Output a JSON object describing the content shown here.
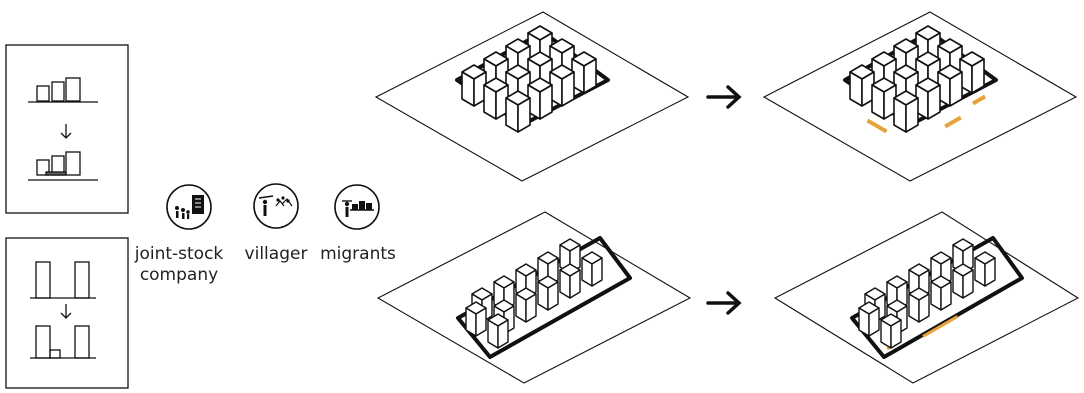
{
  "legend": {
    "items": [
      {
        "icon": "company-building-icon",
        "label_lines": [
          "joint-stock",
          "company"
        ]
      },
      {
        "icon": "villager-icon",
        "label_lines": [
          "villager"
        ]
      },
      {
        "icon": "migrants-icon",
        "label_lines": [
          "migrants"
        ]
      }
    ]
  },
  "colors": {
    "stroke": "#111111",
    "accent": "#e8a23a",
    "background": "#ffffff"
  },
  "arrows": [
    "arrow-right",
    "arrow-right",
    "arrow-down",
    "arrow-down"
  ]
}
